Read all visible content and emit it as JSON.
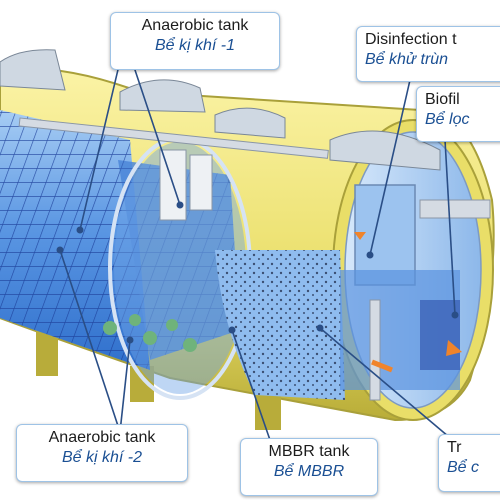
{
  "labels": {
    "anaerobic_tank_1": {
      "en": "Anaerobic tank",
      "vi": "Bể  kị khí -1"
    },
    "disinfection_tank": {
      "en": "Disinfection t",
      "vi": "Bể  khử trùn"
    },
    "biofilter": {
      "en": "Biofil",
      "vi": "Bể  lọc"
    },
    "anaerobic_tank_2": {
      "en": "Anaerobic tank",
      "vi": "Bể  kị khí -2"
    },
    "mbbr_tank": {
      "en": "MBBR tank",
      "vi": "Bể  MBBR"
    },
    "treated_tank_partial": {
      "en": "Tr",
      "vi": "Bể  c"
    }
  },
  "colors": {
    "tank_shell": "#f3e77a",
    "tank_shell_shadow": "#c9bd45",
    "water": "#4f8fe0",
    "water_light": "#8fbbef",
    "pointer_line": "#2a4e86",
    "flow_arrow": "#f0842b"
  }
}
